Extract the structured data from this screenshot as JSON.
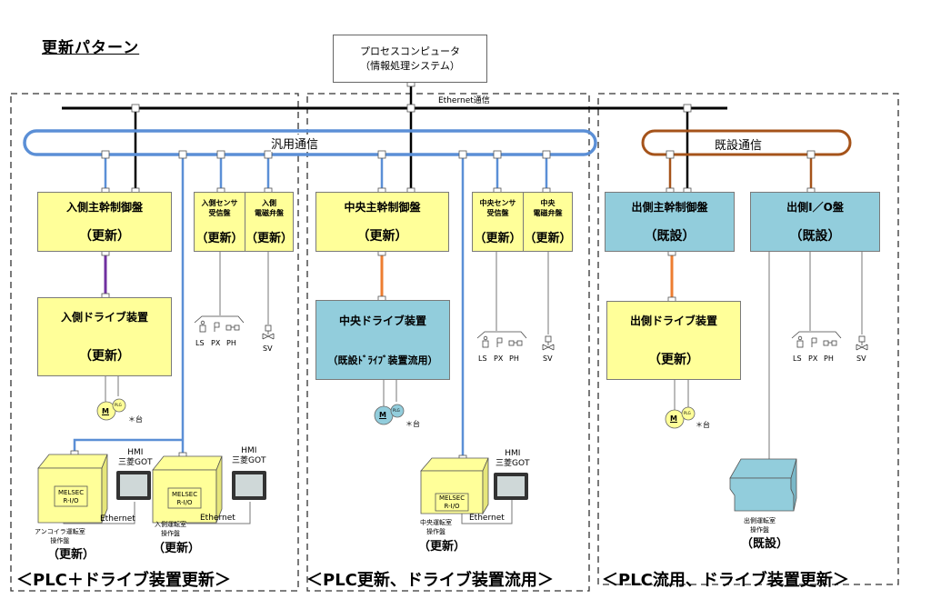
{
  "title": "更新パターン",
  "process_computer": {
    "line1": "プロセスコンピュータ",
    "line2": "（情報処理システム）"
  },
  "networks": {
    "ethernet": "Ethernet通信",
    "general": "汎用通信",
    "existing": "既設通信"
  },
  "colors": {
    "ethernet": "#000000",
    "general": "#5b8fd6",
    "existing": "#a5531a",
    "drive_link_purple": "#7030a0",
    "drive_link_orange": "#ed7d31",
    "new_panel": "#ffff99",
    "existing_panel": "#92cddc"
  },
  "sections": [
    {
      "footer": "＜PLC＋ドライブ装置更新＞",
      "main_panel": {
        "name": "入側主幹制御盤",
        "status": "（更新）"
      },
      "sensor_panel": {
        "line1": "入側センサ",
        "line2": "受信盤",
        "status": "（更新）"
      },
      "valve_panel": {
        "line1": "入側",
        "line2": "電磁弁盤",
        "status": "（更新）"
      },
      "drive": {
        "name": "入側ドライブ装置",
        "status": "（更新）"
      },
      "motor": {
        "m": "M",
        "plg": "PLG",
        "note": "＊台"
      },
      "sensors": [
        "LS",
        "PX",
        "PH"
      ],
      "valve": "SV",
      "consoles": [
        {
          "plc": "MELSEC",
          "rio": "R-I/O",
          "label1": "アンコイラ運転室",
          "label2": "操作盤",
          "status": "（更新）",
          "hmi1": "HMI",
          "hmi2": "三菱GOT",
          "link": "Ethernet"
        },
        {
          "plc": "MELSEC",
          "rio": "R-I/O",
          "label1": "入側運転室",
          "label2": "操作盤",
          "status": "（更新）",
          "hmi1": "HMI",
          "hmi2": "三菱GOT",
          "link": "Ethernet"
        }
      ]
    },
    {
      "footer": "＜PLC更新、ドライブ装置流用＞",
      "main_panel": {
        "name": "中央主幹制御盤",
        "status": "（更新）"
      },
      "sensor_panel": {
        "line1": "中央センサ",
        "line2": "受信盤",
        "status": "（更新）"
      },
      "valve_panel": {
        "line1": "中央",
        "line2": "電磁弁盤",
        "status": "（更新）"
      },
      "drive": {
        "name": "中央ドライブ装置",
        "status": "（既設ﾄﾞﾗｲﾌﾞ装置流用）"
      },
      "motor": {
        "m": "M",
        "plg": "PLG",
        "note": "＊台"
      },
      "sensors": [
        "LS",
        "PX",
        "PH"
      ],
      "valve": "SV",
      "consoles": [
        {
          "plc": "MELSEC",
          "rio": "R-I/O",
          "label1": "中央運転室",
          "label2": "操作盤",
          "status": "（更新）",
          "hmi1": "HMI",
          "hmi2": "三菱GOT",
          "link": "Ethernet"
        }
      ]
    },
    {
      "footer": "＜PLC流用、ドライブ装置更新＞",
      "main_panel": {
        "name": "出側主幹制御盤",
        "status": "（既設）"
      },
      "io_panel": {
        "name": "出側I／O盤",
        "status": "（既設）"
      },
      "drive": {
        "name": "出側ドライブ装置",
        "status": "（更新）"
      },
      "motor": {
        "m": "M",
        "plg": "PLG",
        "note": "＊台"
      },
      "sensors": [
        "LS",
        "PX",
        "PH"
      ],
      "valve": "SV",
      "consoles": [
        {
          "label1": "出側運転室",
          "label2": "操作盤",
          "status": "（既設）"
        }
      ]
    }
  ]
}
